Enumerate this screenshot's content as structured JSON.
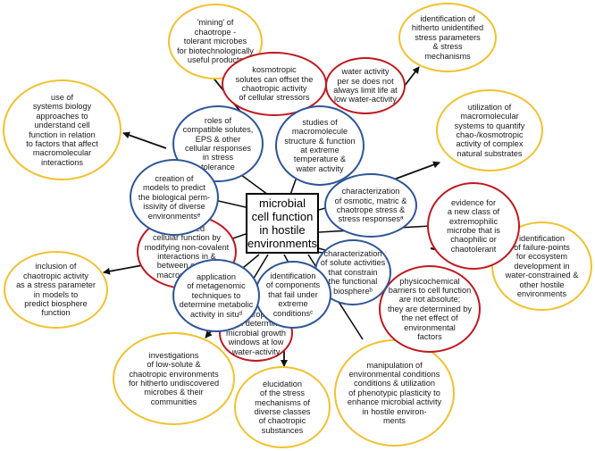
{
  "colors": {
    "blue_ring": "#2f5597",
    "red_ring": "#c0181f",
    "yellow_ring": "#f2c12e",
    "line": "#111111"
  },
  "center": {
    "text": "microbial\ncell function\nin hostile\nenvironments"
  },
  "inner_nodes": {
    "roles": "roles of\ncompatible solutes,\nEPS & other\ncellular responses\nin stress\ntolerance",
    "studies": "studies of\nmacromolecule\nstructure & function\nat extreme\ntemperature &\nwater activity",
    "creation": "creation of\nmodels to predict\nthe biological perm-\nissivity of diverse\nenvironmentsᵉ",
    "characterization_stress": "characterization\nof osmotic, matric &\nchaotrope stress &\nstress responsesᵃ",
    "characterization_solute": "characterization\nof solute activities\nthat constrain\nthe functional\nbiosphereᵇ",
    "identification_components": "identification\nof components\nthat fail under\nextreme\nconditionsᶜ",
    "application": "application\nof metagenomic\ntechniques to\ndetermine metabolic\nactivity in situᵈ"
  },
  "red_nodes": {
    "kosmotropic": "kosmotropic\nsolutes can offset the\nchaotropic activity\nof cellular stressors",
    "water_activity": "water activity\nper se does not\nalways limit life at\nlow water-activity",
    "evidence": "evidence for\na new class of\nextremophilic\nmicrobe that is\nchaophilic or\nchaotolerant",
    "enhanced": "enhanced\ncellular function by\nmodifying non-covalent\ninteractions in &\nbetween cellular\nmacromolecules",
    "physicochemical": "physicochemical\nbarriers to cell function\nare not absolute;\nthey are determined by\nthe net effect of\nenvironmental\nfactors",
    "chaotropicity": "chaotropicity\ncan determine\nmicrobial growth\nwindows at low\nwater-activity"
  },
  "outer_nodes": {
    "mining": "'mining' of\nchaotrope -\ntolerant microbes\nfor biotechnologically\nuseful products",
    "identification_stress": "identification of\nhitherto unidentified\nstress parameters\n& stress\nmechanisms",
    "systems_biology": "use of\nsystems biology\napproaches to\nunderstand cell\nfunction in relation\nto factors that affect\nmacromolecular\ninteractions",
    "utilization": "utilization of\nmacromolecular\nsystems to quantify\nchao-/kosmotropic\nactivity of complex\nnatural substrates",
    "failure_points": "identification\nof failure-points\nfor ecosystem\ndevelopment in\nwater-constrained &\nother hostile\nenvironments",
    "inclusion": "inclusion of\nchaotropic activity\nas a stress parameter\nin models to\npredict biosphere\nfunction",
    "investigations": "investigations\nof low-solute &\nchaotropic environments\nfor hitherto undiscovered\nmicrobes & their\ncommunities",
    "elucidation": "elucidation\nof the stress\nmechanisms of\ndiverse classes\nof chaotropic\nsubstances",
    "manipulation": "manipulation of\nenvironmental conditions\nconditions & utilization\nof phenotypic plasticity to\nenhance microbial activity\nin hostile environ-\nments"
  }
}
